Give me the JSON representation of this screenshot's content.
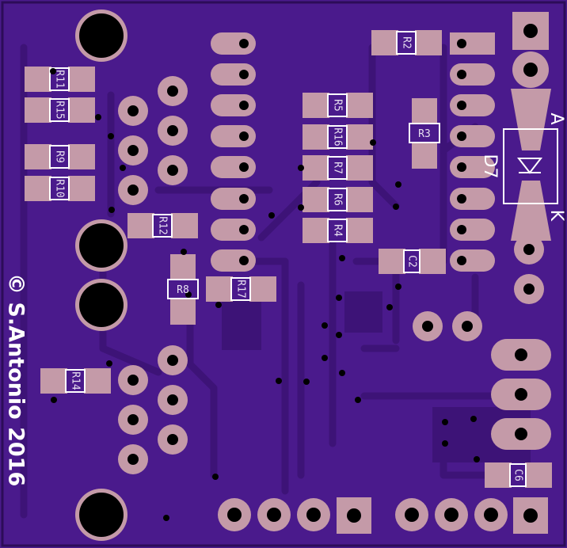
{
  "colors": {
    "board": "#4a1a8c",
    "trace": "#3e1478",
    "pad": "#c49aa8",
    "hole": "#000000",
    "silk": "#ffffff"
  },
  "copyright_text": "© S.Antonio 2016",
  "resistors": {
    "R2": "R2",
    "R3": "R3",
    "R4": "R4",
    "R5": "R5",
    "R6": "R6",
    "R7": "R7",
    "R8": "R8",
    "R9": "R9",
    "R10": "R10",
    "R11": "R11",
    "R12": "R12",
    "R14": "R14",
    "R15": "R15",
    "R16": "R16",
    "R17": "R17",
    "C2": "C2",
    "C6": "C6"
  },
  "diode": {
    "name": "D7",
    "anode": "A",
    "cathode": "K"
  }
}
